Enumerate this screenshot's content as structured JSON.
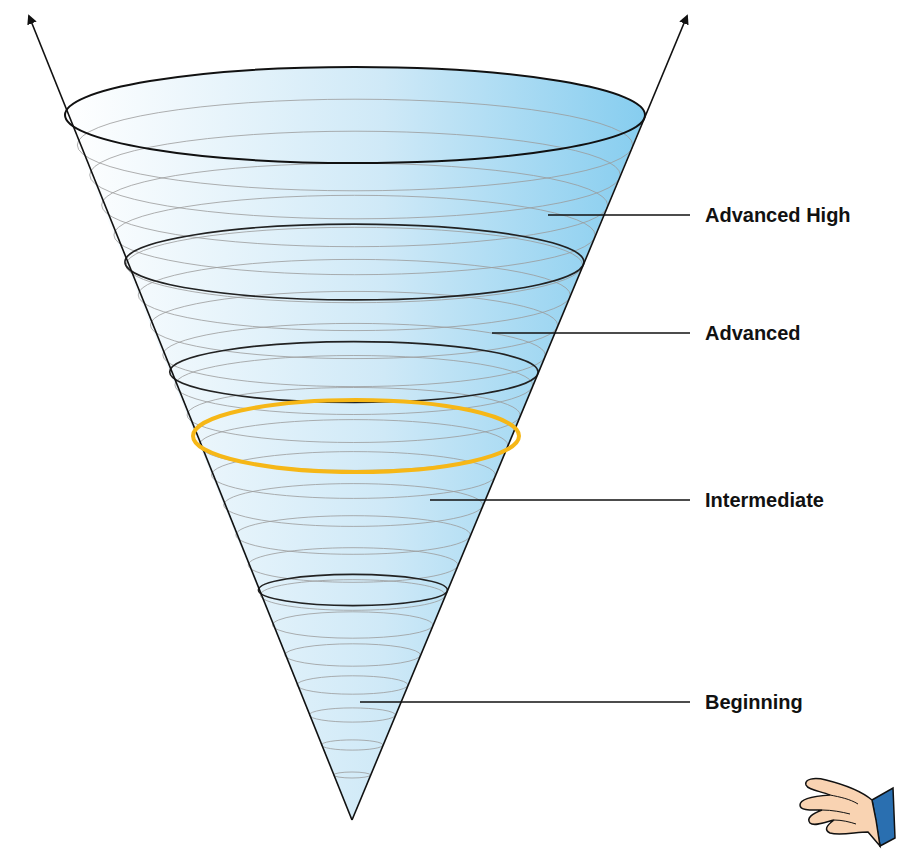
{
  "diagram": {
    "labels": [
      "Advanced High",
      "Advanced",
      "Intermediate",
      "Beginning"
    ]
  }
}
